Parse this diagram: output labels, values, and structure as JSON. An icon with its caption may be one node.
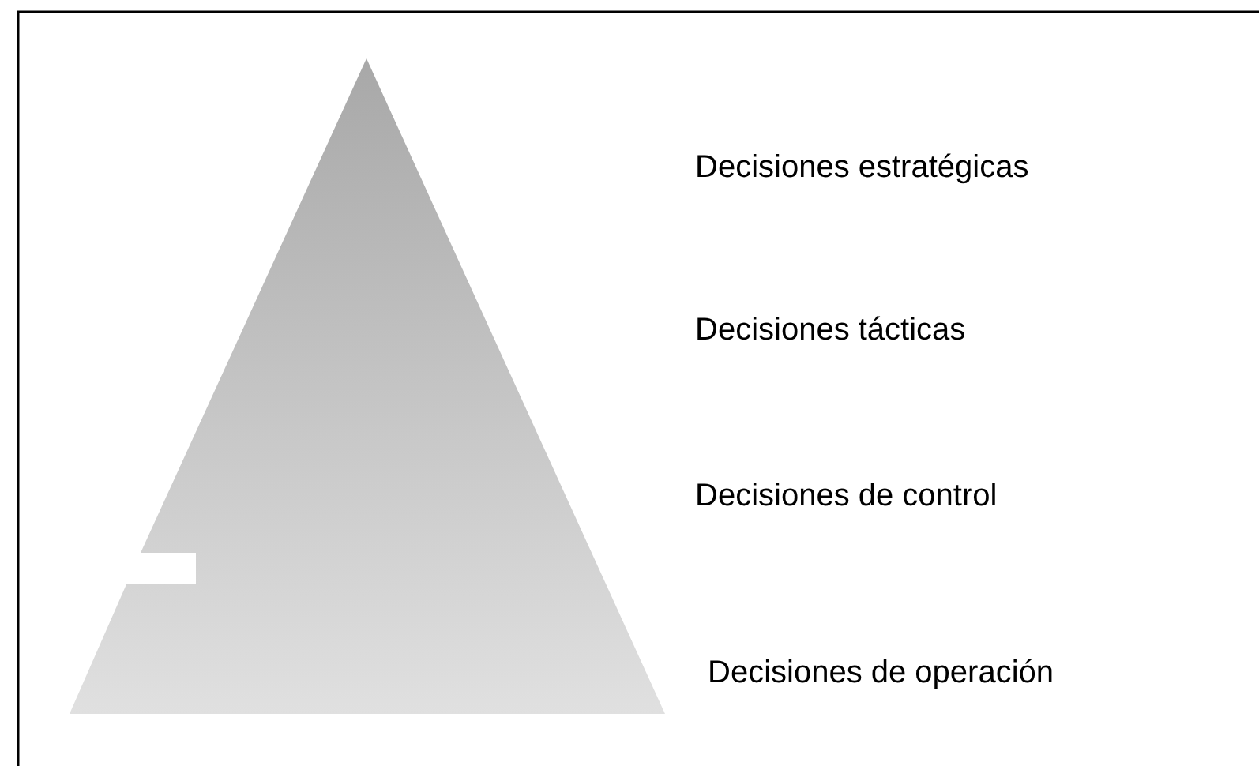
{
  "diagram": {
    "labels": [
      "Decisiones estratégicas",
      "Decisiones tácticas",
      "Decisiones de control",
      "Decisiones de operación"
    ]
  }
}
